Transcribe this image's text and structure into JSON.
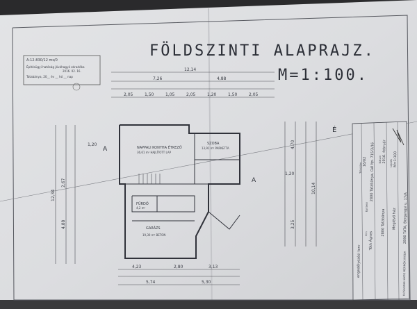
{
  "drawing": {
    "title": "FÖLDSZINTI ALAPRAJZ.",
    "scale": "M=1:100.",
    "stamp": {
      "line1": "A-12-830/12 ms/0",
      "line2": "Építésügyi hatóság jóváhagyó záradéka",
      "line3": "Tatabánya, 20__ év __ hó __ nap",
      "date_handwritten": "2016. 02. 16."
    },
    "dimensions": {
      "top_total": "12,14",
      "top_left": "7,26",
      "top_right": "4,88",
      "top_segments": [
        "2,05",
        "1,50",
        "1,05",
        "2,05",
        "1,20",
        "1,50",
        "2,05"
      ],
      "left_total": "12,34",
      "left_lower": "4,88",
      "left_mid": "2,67",
      "left_upper": "1,20",
      "right_upper": "4,70",
      "right_mid": "1,20",
      "right_lower": "3,25",
      "right_total": "10,14",
      "bottom_segments": [
        "4,23",
        "2,80",
        "3,13"
      ],
      "bottom_totals": [
        "5,74",
        "5,30"
      ]
    },
    "rooms": [
      {
        "name": "NAPPALI KONYHA ÉTKEZŐ",
        "area": "36,61 m² HAJLÍTOTT LAP"
      },
      {
        "name": "SZOBA",
        "area": "13,91 m² PARKETTA"
      },
      {
        "name": "FÜRDŐ",
        "area": "4,2 m²"
      },
      {
        "name": "GARÁZS",
        "area": "19,30 m² BETON"
      }
    ],
    "section_marks": [
      "A",
      "A"
    ],
    "north_mark": "É"
  },
  "title_block": {
    "plan_type": "engedélyezési terv",
    "plan_no_label": "Tervszám",
    "plan_no": "16/02",
    "client_label": "Építtető",
    "client": "Tóth Ágnes",
    "address_label": "Cím",
    "address": "2800 Tatabánya, Gál ltp. 715/3/16",
    "date_label": "Dátum",
    "date": "2016. február",
    "location": "2800 Tatabánya",
    "object": "Meglévő ház",
    "scale_label": "Lépték",
    "scale": "M=1:100",
    "designer": "2890 TATA, Bergengyi u. 17/A",
    "firm": "K-CSAGINAI ÁKOS MÉRNÖK IRODA"
  }
}
